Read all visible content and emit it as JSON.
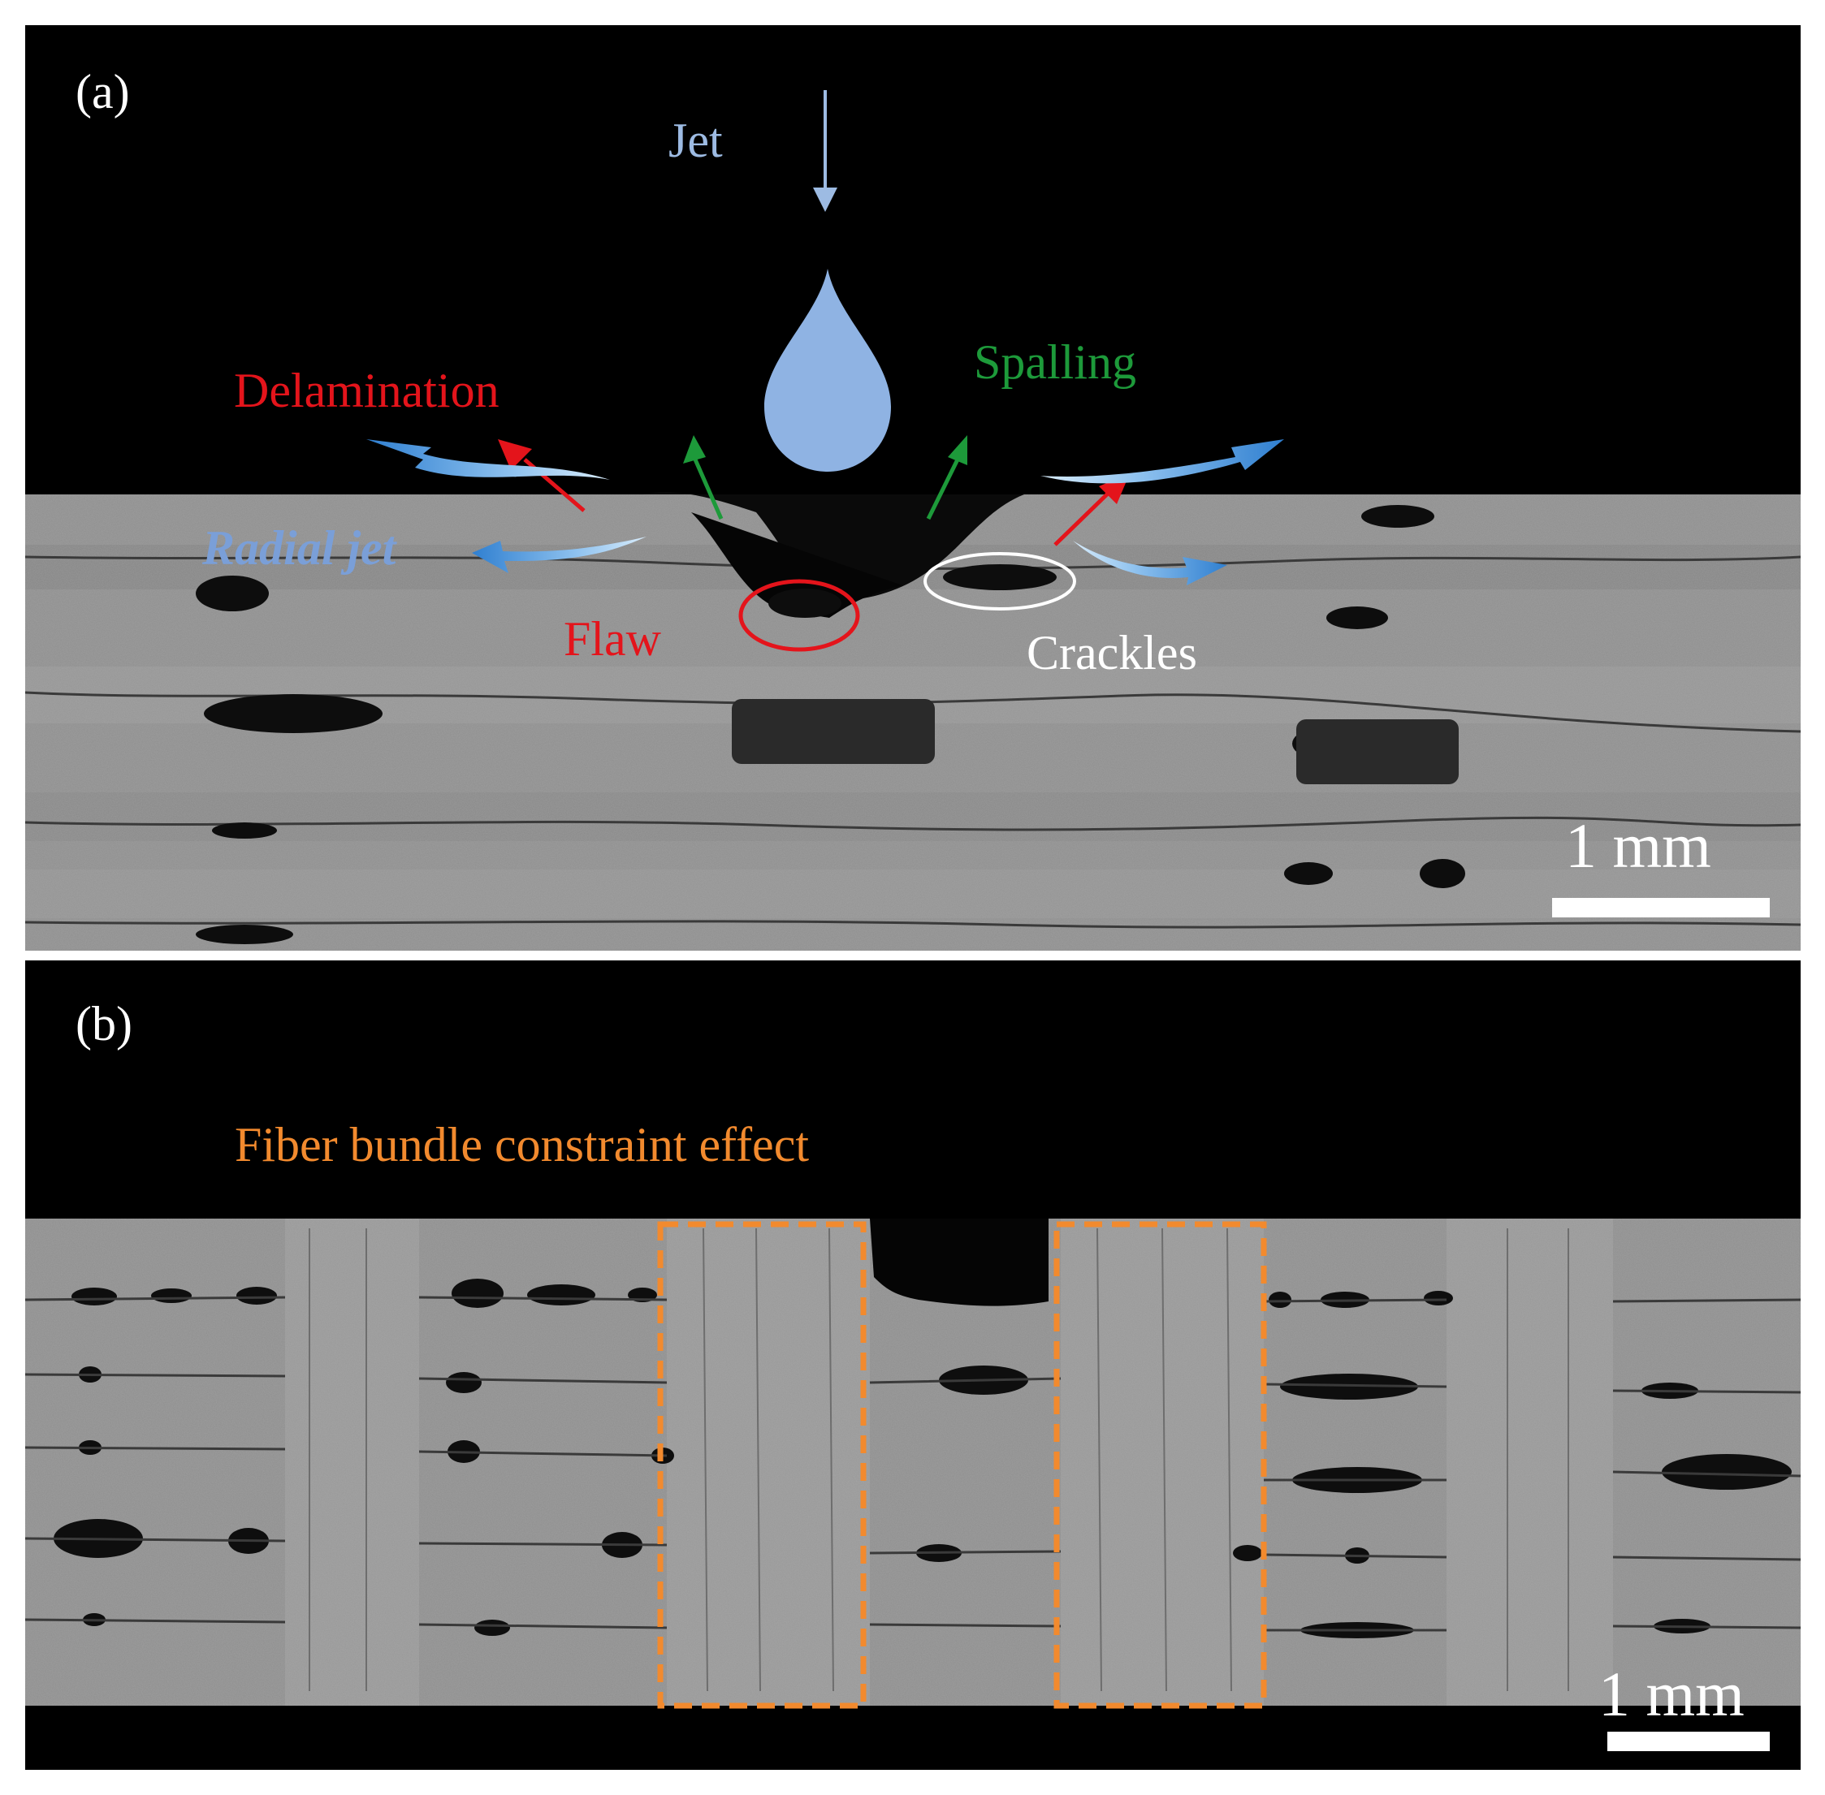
{
  "panel_a": {
    "letter": "(a)",
    "jet_label": "Jet",
    "spalling_label": "Spalling",
    "delamination_label": "Delamination",
    "radial_jet_label": "Radial jet",
    "flaw_label": "Flaw",
    "crackles_label": "Crackles",
    "scale_label": "1 mm"
  },
  "panel_b": {
    "letter": "(b)",
    "constraint_label": "Fiber bundle constraint effect",
    "scale_label": "1 mm"
  },
  "colors": {
    "jet": "#9dbbe3",
    "radial_jet": "#4d9ae0",
    "delamination": "#e4141b",
    "spalling": "#1d9a3a",
    "flaw": "#e4141b",
    "crackles": "#ffffff",
    "constraint": "#f28a2e",
    "material": "#8c8c8c"
  }
}
